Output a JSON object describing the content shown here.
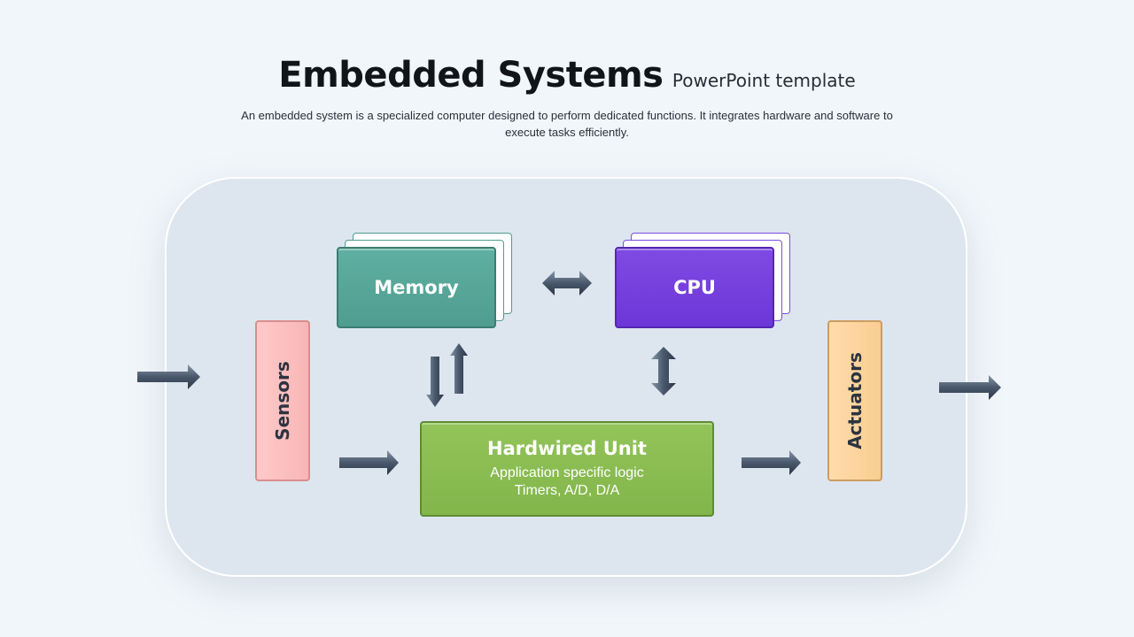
{
  "header": {
    "title": "Embedded Systems",
    "subtitle": "PowerPoint template",
    "description": "An embedded system is a specialized computer designed to perform dedicated functions. It integrates hardware and software to execute tasks efficiently."
  },
  "blocks": {
    "memory": "Memory",
    "cpu": "CPU",
    "hardwired_title": "Hardwired Unit",
    "hardwired_line1": "Application specific logic",
    "hardwired_line2": "Timers, A/D, D/A",
    "sensors": "Sensors",
    "actuators": "Actuators"
  },
  "colors": {
    "memory": "#55a699",
    "cpu": "#7440dd",
    "hardwired": "#8abc52",
    "sensors": "#fcc0c0",
    "actuators": "#fcd59f",
    "arrow": "#465468"
  }
}
